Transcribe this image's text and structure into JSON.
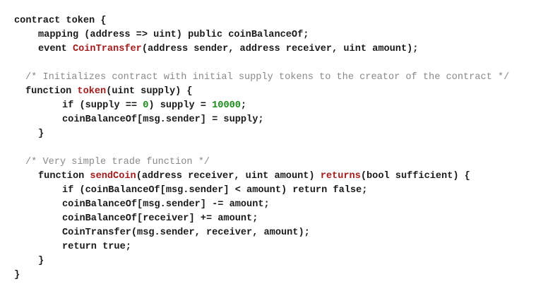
{
  "code": {
    "lines": [
      {
        "indent": 0,
        "segments": [
          {
            "text": "contract token {",
            "kind": "plain"
          }
        ]
      },
      {
        "indent": 1,
        "segments": [
          {
            "text": "mapping (address => uint) public coinBalanceOf;",
            "kind": "plain"
          }
        ]
      },
      {
        "indent": 1,
        "segments": [
          {
            "text": "event ",
            "kind": "plain"
          },
          {
            "text": "CoinTransfer",
            "kind": "fn"
          },
          {
            "text": "(address sender, address receiver, uint amount);",
            "kind": "plain"
          }
        ]
      },
      {
        "indent": 0,
        "segments": []
      },
      {
        "indent": 2,
        "comment": true,
        "segments": [
          {
            "text": "/* Initializes contract with initial supply tokens to the creator of the contract */",
            "kind": "comment"
          }
        ]
      },
      {
        "indent": 2,
        "segments": [
          {
            "text": "function ",
            "kind": "plain"
          },
          {
            "text": "token",
            "kind": "fn"
          },
          {
            "text": "(uint supply) {",
            "kind": "plain"
          }
        ]
      },
      {
        "indent": 3,
        "segments": [
          {
            "text": "if (supply == ",
            "kind": "plain"
          },
          {
            "text": "0",
            "kind": "num"
          },
          {
            "text": ") supply = ",
            "kind": "plain"
          },
          {
            "text": "10000",
            "kind": "num"
          },
          {
            "text": ";",
            "kind": "plain"
          }
        ]
      },
      {
        "indent": 3,
        "segments": [
          {
            "text": "coinBalanceOf[msg.sender] = supply;",
            "kind": "plain"
          }
        ]
      },
      {
        "indent": 1,
        "segments": [
          {
            "text": "}",
            "kind": "plain"
          }
        ]
      },
      {
        "indent": 0,
        "segments": []
      },
      {
        "indent": 2,
        "comment": true,
        "segments": [
          {
            "text": "/* Very simple trade function */",
            "kind": "comment"
          }
        ]
      },
      {
        "indent": 1,
        "segments": [
          {
            "text": "function ",
            "kind": "plain"
          },
          {
            "text": "sendCoin",
            "kind": "fn"
          },
          {
            "text": "(address receiver, uint amount) ",
            "kind": "plain"
          },
          {
            "text": "returns",
            "kind": "fn"
          },
          {
            "text": "(bool sufficient) {",
            "kind": "plain"
          }
        ]
      },
      {
        "indent": 3,
        "segments": [
          {
            "text": "if (coinBalanceOf[msg.sender] < amount) return false;",
            "kind": "plain"
          }
        ]
      },
      {
        "indent": 3,
        "segments": [
          {
            "text": "coinBalanceOf[msg.sender] -= amount;",
            "kind": "plain"
          }
        ]
      },
      {
        "indent": 3,
        "segments": [
          {
            "text": "coinBalanceOf[receiver] += amount;",
            "kind": "plain"
          }
        ]
      },
      {
        "indent": 3,
        "segments": [
          {
            "text": "CoinTransfer(msg.sender, receiver, amount);",
            "kind": "plain"
          }
        ]
      },
      {
        "indent": 3,
        "segments": [
          {
            "text": "return true;",
            "kind": "plain"
          }
        ]
      },
      {
        "indent": 1,
        "segments": [
          {
            "text": "}",
            "kind": "plain"
          }
        ]
      },
      {
        "indent": 0,
        "segments": [
          {
            "text": "}",
            "kind": "plain"
          }
        ]
      }
    ]
  },
  "colors": {
    "text": "#1a1a1a",
    "keyword_function": "#a61c1c",
    "number": "#1a8a1a",
    "comment": "#8a8a8a",
    "background": "#ffffff"
  }
}
